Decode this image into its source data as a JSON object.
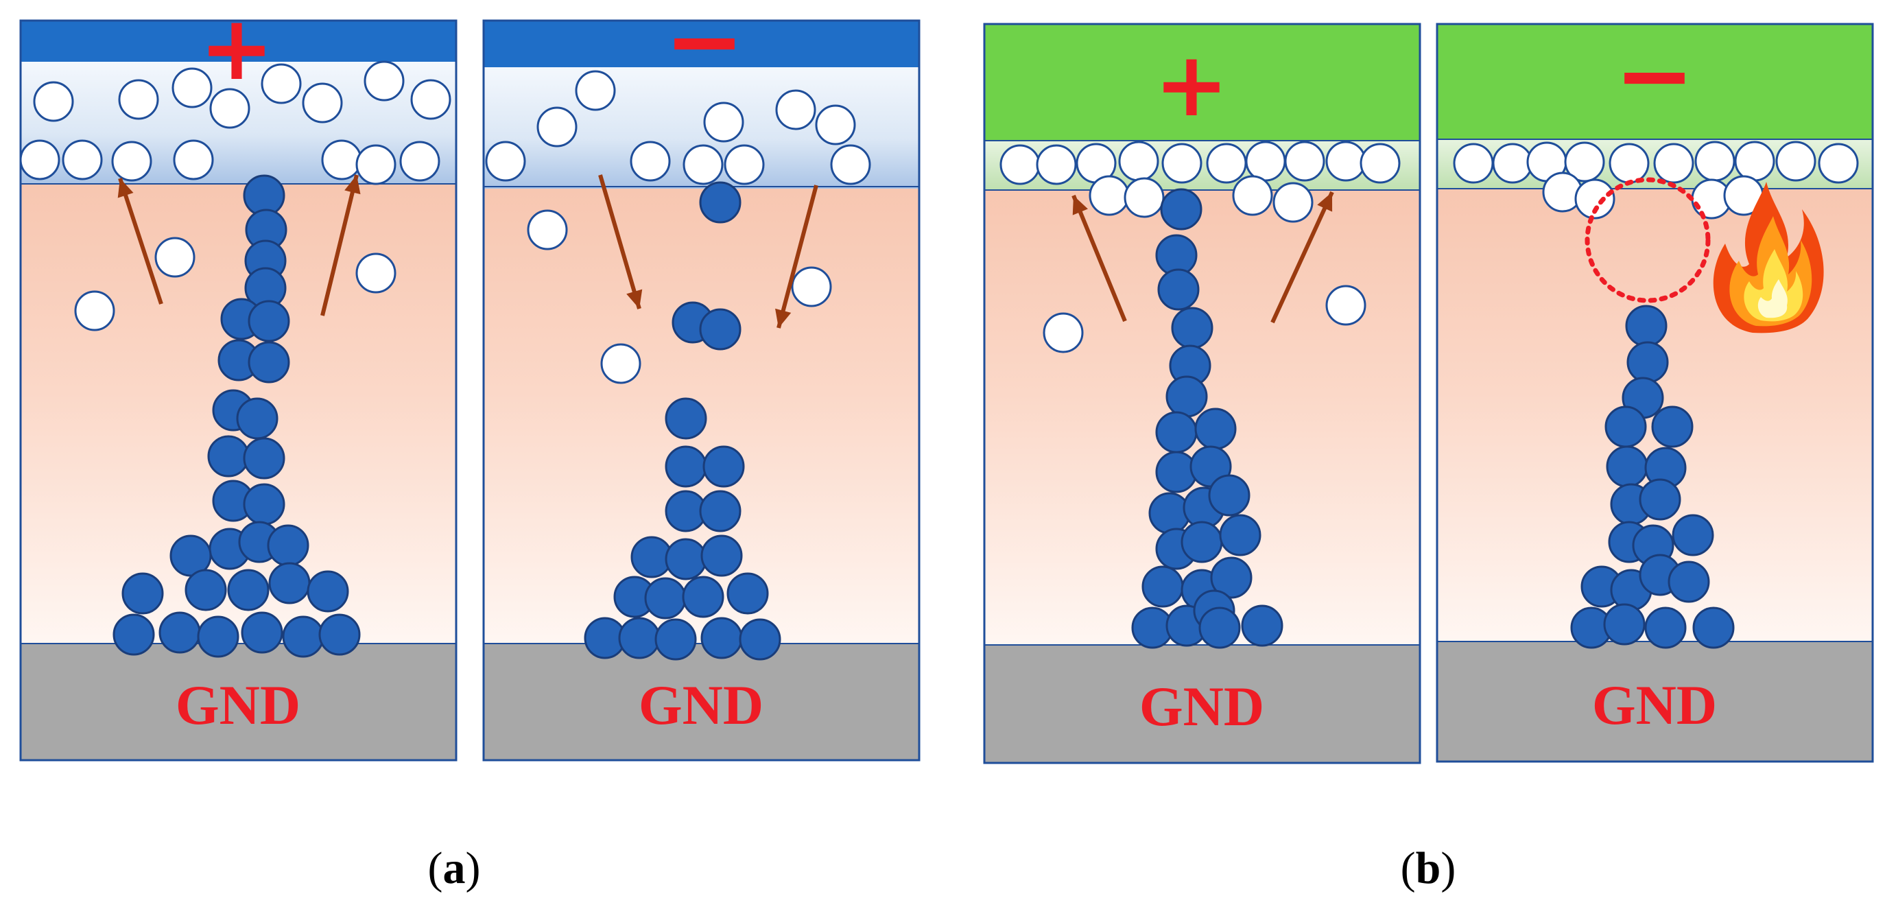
{
  "figure": {
    "colors": {
      "electrode_blue": "#1f6ec7",
      "electrode_green": "#6fd249",
      "ground_gray": "#a8a8a8",
      "sign_red": "#ee1c25",
      "gnd_text_red": "#ee1c25",
      "filament_blue": "#2563b8",
      "ion_white": "#ffffff",
      "arrow_brown": "#9b3b10",
      "oxide_top": "#f6c4ad",
      "oxide_bottom": "#fff6f2"
    },
    "panels": [
      {
        "id": "a-set",
        "electrode": "blue",
        "sign": "+",
        "ground_label": "GND"
      },
      {
        "id": "a-reset",
        "electrode": "blue",
        "sign": "−",
        "ground_label": "GND"
      },
      {
        "id": "b-set",
        "electrode": "green",
        "sign": "+",
        "ground_label": "GND"
      },
      {
        "id": "b-reset",
        "electrode": "green",
        "sign": "−",
        "ground_label": "GND",
        "icons": [
          "flame-icon",
          "rupture-circle"
        ]
      }
    ],
    "captions": {
      "a": {
        "open": "(",
        "letter": "a",
        "close": ")"
      },
      "b": {
        "open": "(",
        "letter": "b",
        "close": ")"
      }
    }
  }
}
